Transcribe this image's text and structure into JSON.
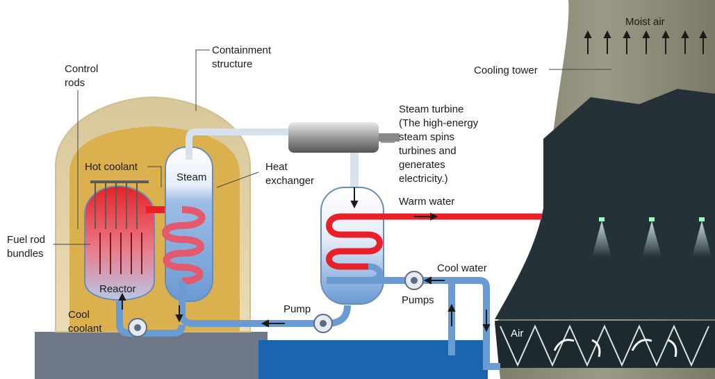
{
  "labels": {
    "control_rods": [
      "Control",
      "rods"
    ],
    "containment": [
      "Containment",
      "structure"
    ],
    "cooling_tower": "Cooling tower",
    "moist_air": "Moist air",
    "hot_coolant": "Hot coolant",
    "steam": "Steam",
    "heat_exchanger": [
      "Heat",
      "exchanger"
    ],
    "steam_turbine": [
      "Steam turbine",
      "(The high-energy",
      "steam spins",
      "turbines and",
      "generates",
      "electricity.)"
    ],
    "warm_water": "Warm water",
    "fuel_rod_bundles": [
      "Fuel rod",
      "bundles"
    ],
    "reactor": "Reactor",
    "cool_water": "Cool water",
    "pumps": "Pumps",
    "pump": "Pump",
    "cool_coolant": [
      "Cool",
      "coolant"
    ],
    "air": "Air"
  },
  "colors": {
    "hot": "#e8202a",
    "cool": "#6a9bd3",
    "containment_fill": "#e8d7a8",
    "interior_fill": "#dcb24a",
    "tower_fill": "#8c8c78",
    "tower_interior": "#233238",
    "water": "#1d62a8",
    "ground": "#6f7a88"
  }
}
